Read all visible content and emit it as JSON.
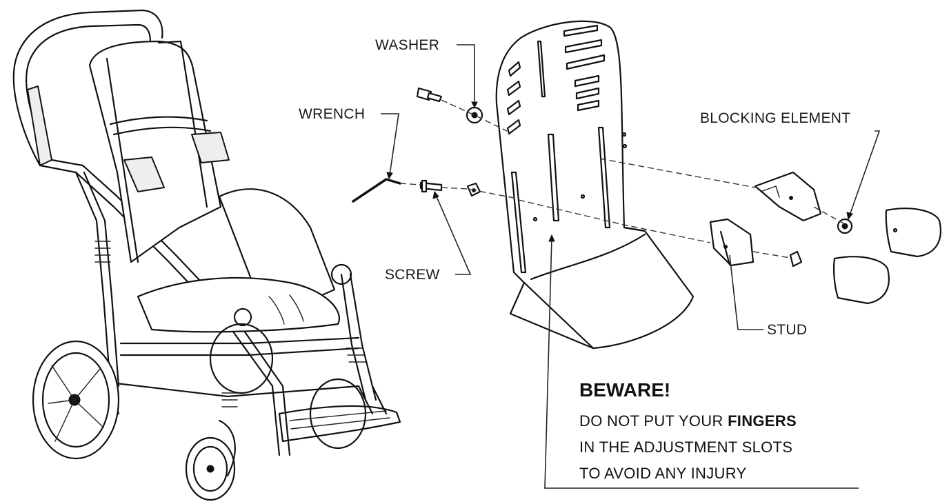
{
  "labels": {
    "washer": "WASHER",
    "wrench": "WRENCH",
    "screw": "SCREW",
    "blocking_element": "BLOCKING ELEMENT",
    "stud": "STUD"
  },
  "warning": {
    "title": "BEWARE!",
    "line1_pre": "DO NOT PUT YOUR ",
    "line1_bold": "FINGERS",
    "line2": "IN THE ADJUSTMENT SLOTS",
    "line3": "TO AVOID ANY INJURY"
  },
  "colors": {
    "ink": "#111111",
    "paper": "#ffffff"
  }
}
